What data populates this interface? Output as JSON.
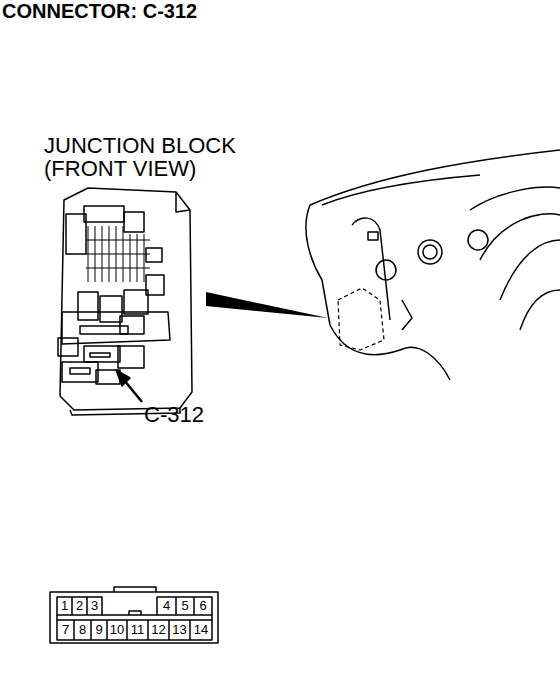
{
  "diagram": {
    "title": "CONNECTOR: C-312",
    "labels": [
      "JUNCTION BLOCK (FRONT VIEW)",
      "C-312",
      "1",
      "2",
      "3",
      "4",
      "5",
      "6",
      "7",
      "8",
      "9",
      "10",
      "11",
      "12",
      "13",
      "14"
    ]
  }
}
